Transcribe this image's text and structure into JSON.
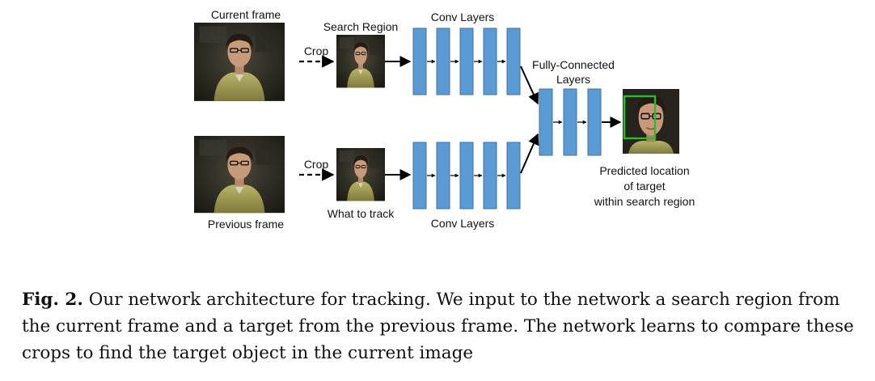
{
  "diagram": {
    "labels": {
      "current_frame": "Current frame",
      "previous_frame": "Previous frame",
      "crop_top": "Crop",
      "crop_bottom": "Crop",
      "search_region": "Search Region",
      "what_to_track": "What to track",
      "conv_layers_top": "Conv Layers",
      "conv_layers_bottom": "Conv Layers",
      "fc_line1": "Fully-Connected",
      "fc_line2": "Layers",
      "pred_line1": "Predicted location",
      "pred_line2": "of target",
      "pred_line3": "within search region"
    },
    "colors": {
      "layer_fill": "#5b9bd5",
      "layer_stroke": "#41719c",
      "box": "#22c02a",
      "arrow": "#000000"
    }
  },
  "caption": {
    "fig_label": "Fig. 2.",
    "text": "Our network architecture for tracking. We input to the network a search region from the current frame and a target from the previous frame. The network learns to compare these crops to find the target object in the current image"
  }
}
